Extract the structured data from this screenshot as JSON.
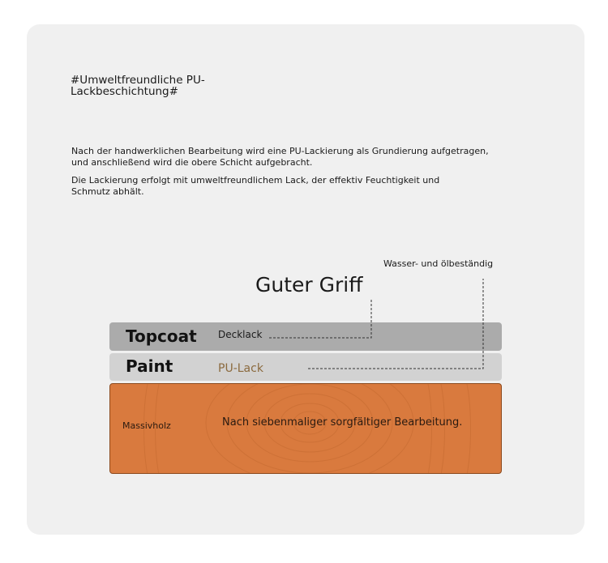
{
  "heading": "#Umweltfreundliche PU-Lackbeschichtung#",
  "paragraphs": [
    "Nach der handwerklichen Bearbeitung wird eine PU-Lackierung als Grundierung aufgetragen, und anschließend wird die obere Schicht aufgebracht.",
    "Die Lackierung erfolgt mit umweltfreundlichem Lack, der effektiv Feuchtigkeit und Schmutz abhält."
  ],
  "callouts": {
    "water": "Wasser- und ölbeständig",
    "grip": "Guter Griff"
  },
  "layers": {
    "topcoat": {
      "title": "Topcoat",
      "subtitle": "Decklack"
    },
    "paint": {
      "title": "Paint",
      "subtitle": "PU-Lack"
    },
    "wood": {
      "label": "Massivholz",
      "description": "Nach siebenmaliger sorgfältiger Bearbeitung."
    }
  },
  "colors": {
    "card": "#f0f0f0",
    "topcoat": "#ababab",
    "paint": "#d2d2d2",
    "wood": "#d97a3e",
    "paint_subtitle": "#8b6a3e"
  }
}
